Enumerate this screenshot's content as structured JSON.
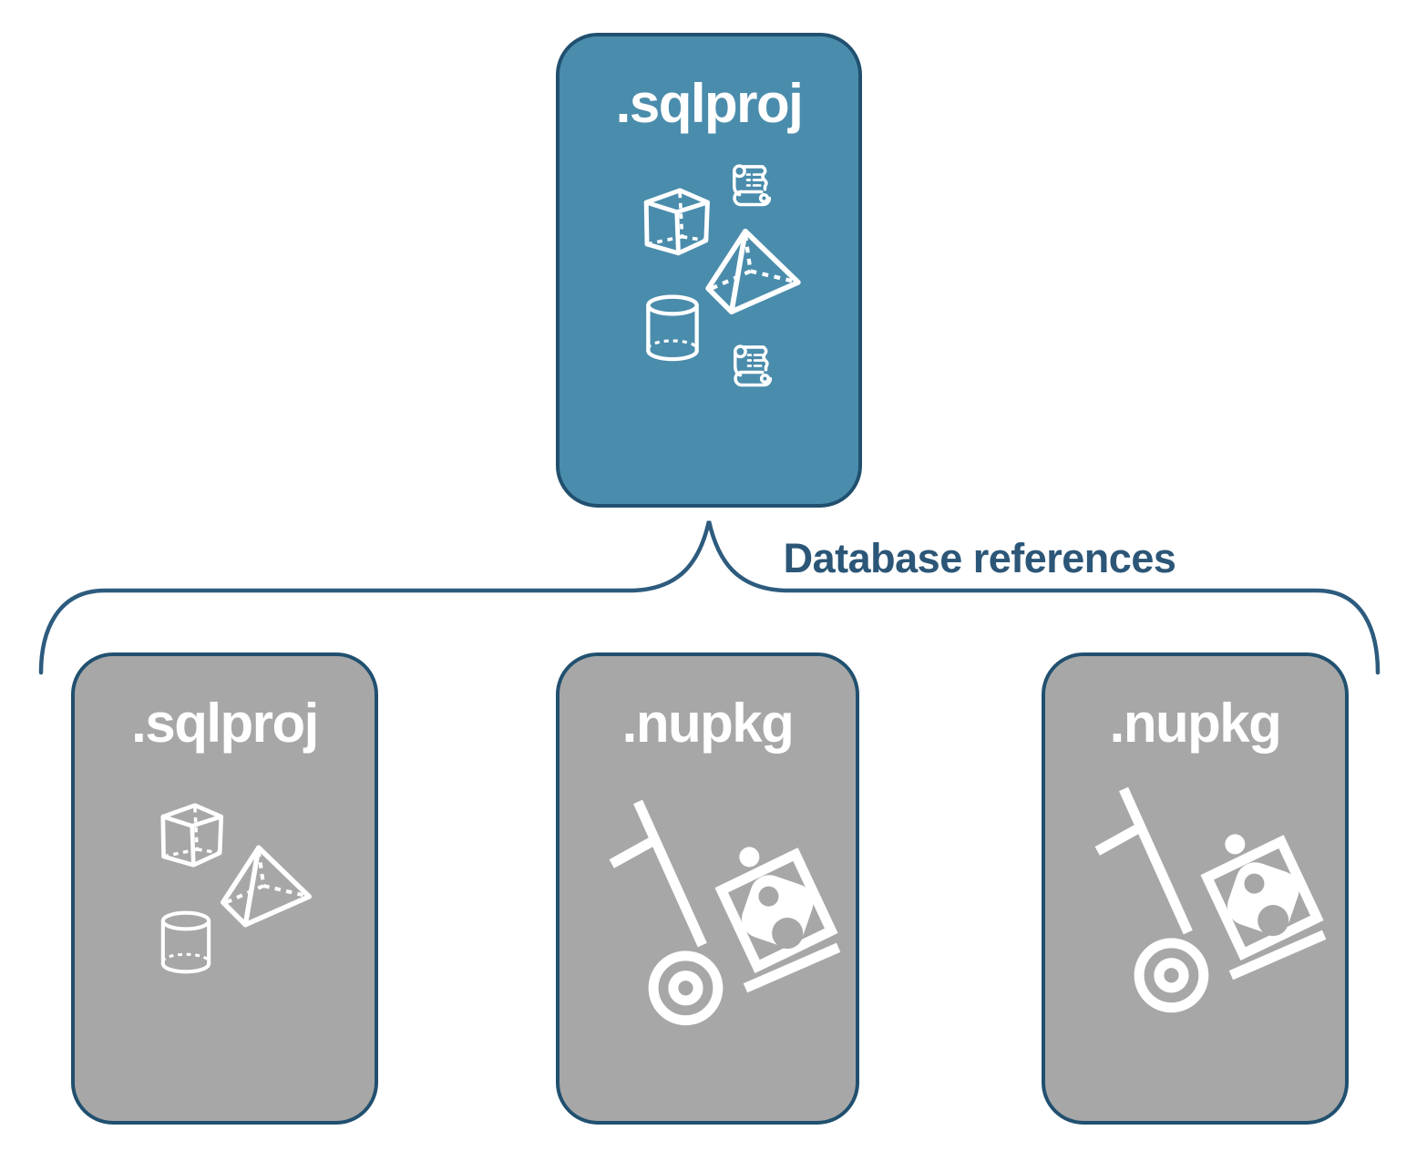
{
  "colors": {
    "canvas_bg": "#ffffff",
    "root_fill": "#4A8CAC",
    "child_fill": "#A7A7A7",
    "box_border": "#21506F",
    "connector": "#2D5B7E",
    "label_text": "#2C5677",
    "icon_color": "#FFFFFF"
  },
  "diagram": {
    "root_box": {
      "label": ".sqlproj",
      "icons": [
        "script-scroll-icon",
        "cube-icon",
        "pyramid-icon",
        "cylinder-icon",
        "script-scroll-icon"
      ]
    },
    "connector_label": "Database references",
    "child_boxes": [
      {
        "label": ".sqlproj",
        "icons": [
          "cube-icon",
          "pyramid-icon",
          "cylinder-icon"
        ]
      },
      {
        "label": ".nupkg",
        "icons": [
          "nuget-handtruck-icon"
        ]
      },
      {
        "label": ".nupkg",
        "icons": [
          "nuget-handtruck-icon"
        ]
      }
    ]
  }
}
